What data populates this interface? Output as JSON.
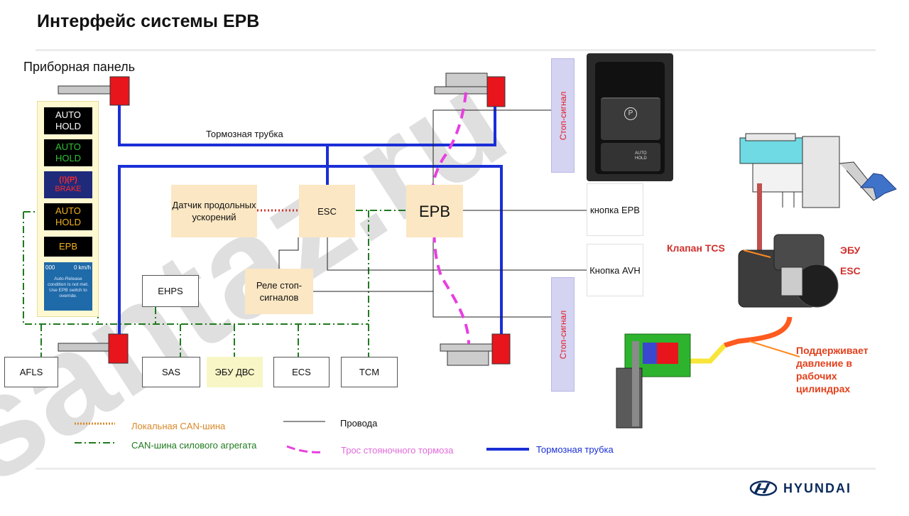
{
  "slide": {
    "title": "Интерфейс системы EPB",
    "panel_label": "Приборная панель",
    "watermark": "santaz.ru"
  },
  "cluster": {
    "auto_hold_white": "AUTO\nHOLD",
    "auto_hold_green": "AUTO\nHOLD",
    "brake_text": "BRAKE",
    "brake_icons": "(!)(P)",
    "auto_hold_amber": "AUTO\nHOLD",
    "epb": "EPB",
    "lcd_top": "000",
    "lcd_top_right": "0",
    "lcd_unit": "km/h",
    "lcd_message": "Auto-Release condition is not met. Use EPB switch to override."
  },
  "nodes": {
    "accel_sensor": "Датчик продольных ускорений",
    "esc": "ESC",
    "epb": "EPB",
    "relay": "Реле стоп-сигналов",
    "ehps": "EHPS",
    "afls": "AFLS",
    "sas": "SAS",
    "ecu_engine": "ЭБУ ДВС",
    "ecs": "ECS",
    "tcm": "TCM",
    "epb_button": "кнопка EPB",
    "avh_button": "Кнопка AVH",
    "stop_signal_top": "Стоп-сигнал",
    "stop_signal_bottom": "Стоп-сигнал",
    "brake_pipe_label": "Тормозная трубка"
  },
  "switch_photo": {
    "p_symbol": "P",
    "auto_hold": "AUTO\nHOLD"
  },
  "hydraulic": {
    "tcs_valve": "Клапан TCS",
    "ecu": "ЭБУ",
    "esc": "ESC",
    "pressure_note": "Поддерживает давление в рабочих цилиндрах"
  },
  "legend": {
    "local_can": "Локальная CAN-шина",
    "powertrain_can": "CAN-шина силового агрегата",
    "wires": "Провода",
    "parking_cable": "Трос стояночного тормоза",
    "brake_pipe": "Тормозная трубка"
  },
  "brand": {
    "logo_text": "HYUNDAI"
  },
  "colors": {
    "brake_pipe": "#1a2fd6",
    "can_powertrain": "#1f7a1f",
    "local_can": "#d9892a",
    "parking_cable": "#e83fe0",
    "actuator_red": "#e8151c",
    "node_fill": "#fbe7c3",
    "stop_signal_fill": "#d4d3f1"
  }
}
